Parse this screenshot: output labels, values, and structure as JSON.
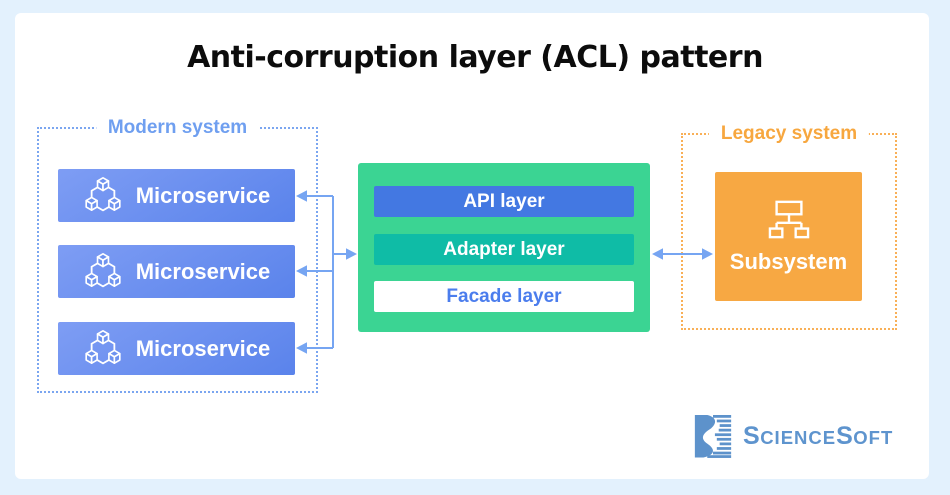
{
  "title": "Anti-corruption layer (ACL) pattern",
  "modern_system": {
    "label": "Modern system",
    "microservices": [
      {
        "label": "Microservice",
        "icon": "microservices-hexagon-icon"
      },
      {
        "label": "Microservice",
        "icon": "microservices-hexagon-icon"
      },
      {
        "label": "Microservice",
        "icon": "microservices-hexagon-icon"
      }
    ]
  },
  "acl": {
    "layers": [
      {
        "label": "API layer"
      },
      {
        "label": "Adapter layer"
      },
      {
        "label": "Facade layer"
      }
    ]
  },
  "legacy_system": {
    "label": "Legacy system",
    "subsystem": {
      "label": "Subsystem",
      "icon": "sitemap-icon"
    }
  },
  "connections": {
    "microservices_to_acl": "branching arrows between ACL box and each microservice",
    "acl_to_subsystem": "double-headed arrow"
  },
  "logo": {
    "name": "ScienceSoft",
    "parts": {
      "cap1": "S",
      "small1": "CIENCE",
      "cap2": "S",
      "small2": "OFT"
    }
  },
  "colors": {
    "page_background": "#e3f1fd",
    "card_background": "#ffffff",
    "title_text": "#0c0c0c",
    "modern_accent": "#6f9ff0",
    "microservice_gradient_start": "#7e9df4",
    "microservice_gradient_end": "#5a83eb",
    "acl_background": "#3bd493",
    "api_layer_background": "#4378e2",
    "adapter_layer_background": "#0fbca6",
    "facade_layer_text": "#4b7ded",
    "legacy_accent": "#f7a73f",
    "subsystem_background": "#f7a843",
    "arrow": "#76a5f2",
    "logo_blue": "#5e94ce"
  }
}
